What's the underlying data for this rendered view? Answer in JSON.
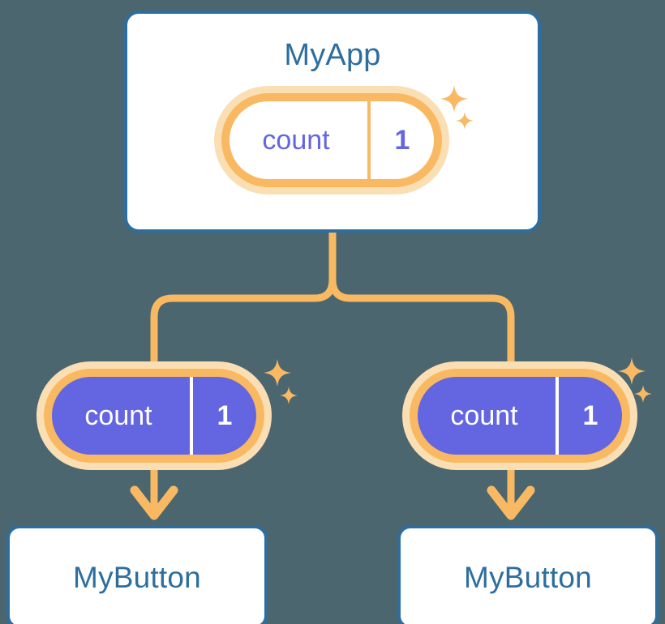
{
  "diagram": {
    "title_visible": false,
    "background_color": "#4c666f",
    "colors": {
      "card_border": "#2d6e9e",
      "card_title_text": "#2d6e9e",
      "card_fill": "#ffffff",
      "pill_ring": "#f9b963",
      "pill_halo": "#fbdfb4",
      "pill_child_fill": "#6366e0",
      "pill_root_fill": "#ffffff",
      "pill_root_text": "#6366e0",
      "pill_child_text": "#ffffff",
      "connector": "#f9b963",
      "sparkle": "#f9b963"
    }
  },
  "root": {
    "card_label": "MyApp",
    "state": {
      "key": "count",
      "value": "1"
    },
    "sparkle_big": "sparkle-icon",
    "sparkle_small": "sparkle-icon"
  },
  "children": [
    {
      "side": "left",
      "state": {
        "key": "count",
        "value": "1"
      },
      "card_label": "MyButton",
      "sparkle_big": "sparkle-icon",
      "sparkle_small": "sparkle-icon"
    },
    {
      "side": "right",
      "state": {
        "key": "count",
        "value": "1"
      },
      "card_label": "MyButton",
      "sparkle_big": "sparkle-icon",
      "sparkle_small": "sparkle-icon"
    }
  ],
  "connectors": {
    "stem": "root-to-split",
    "branch_left": "split-to-left-pill",
    "branch_right": "split-to-right-pill",
    "arrow_left": "left-pill-to-left-card",
    "arrow_right": "right-pill-to-right-card"
  }
}
